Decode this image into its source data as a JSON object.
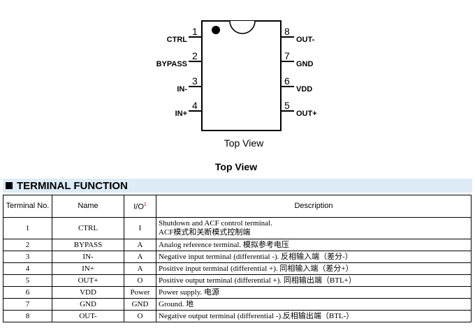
{
  "pinout": {
    "left_pins": [
      {
        "num": "1",
        "label": "CTRL"
      },
      {
        "num": "2",
        "label": "BYPASS"
      },
      {
        "num": "3",
        "label": "IN-"
      },
      {
        "num": "4",
        "label": "IN+"
      }
    ],
    "right_pins": [
      {
        "num": "8",
        "label": "OUT-"
      },
      {
        "num": "7",
        "label": "GND"
      },
      {
        "num": "6",
        "label": "VDD"
      },
      {
        "num": "5",
        "label": "OUT+"
      }
    ],
    "caption": "Top View"
  },
  "figure_caption": "Top View",
  "section": {
    "title": "TERMINAL FUNCTION"
  },
  "table": {
    "headers": {
      "terminal_no": "Terminal No.",
      "name": "Name",
      "io": "I/O",
      "io_mark": "1",
      "description": "Description"
    },
    "rows": [
      {
        "no": "1",
        "name": "CTRL",
        "io": "I",
        "desc": "Shutdown and ACF control terminal.",
        "desc2": "ACF模式和关断模式控制端"
      },
      {
        "no": "2",
        "name": "BYPASS",
        "io": "A",
        "desc": "Analog reference terminal.  模拟参考电压"
      },
      {
        "no": "3",
        "name": "IN-",
        "io": "A",
        "desc": "Negative input terminal (differential -).  反相输入端（差分-）"
      },
      {
        "no": "4",
        "name": "IN+",
        "io": "A",
        "desc": "Positive input terminal (differential +).  同相输入端（差分+）"
      },
      {
        "no": "5",
        "name": "OUT+",
        "io": "O",
        "desc": "Positive output terminal (differential +).  同相输出端（BTL+）"
      },
      {
        "no": "6",
        "name": "VDD",
        "io": "Power",
        "desc": "Power supply.  电源"
      },
      {
        "no": "7",
        "name": "GND",
        "io": "GND",
        "desc": "Ground.  地"
      },
      {
        "no": "8",
        "name": "OUT-",
        "io": "O",
        "desc": "Negative output terminal (differential -).反相输出端（BTL-）"
      }
    ]
  }
}
